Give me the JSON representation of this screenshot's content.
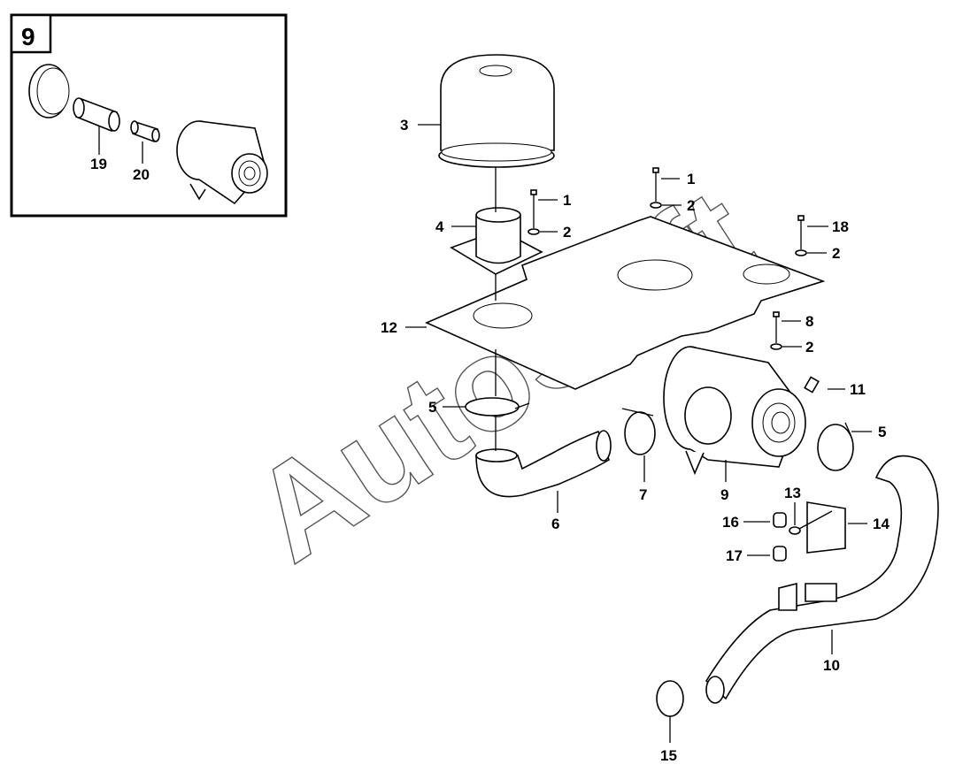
{
  "inset": {
    "number": "9",
    "callouts": [
      "19",
      "20"
    ]
  },
  "watermark": "AutoSoft",
  "callouts": {
    "c1a": "1",
    "c1b": "1",
    "c2a": "2",
    "c2b": "2",
    "c2c": "2",
    "c2d": "2",
    "c3": "3",
    "c4": "4",
    "c5a": "5",
    "c5b": "5",
    "c6": "6",
    "c7": "7",
    "c8": "8",
    "c9": "9",
    "c10": "10",
    "c11": "11",
    "c12": "12",
    "c13": "13",
    "c14": "14",
    "c15": "15",
    "c16": "16",
    "c17": "17",
    "c18": "18"
  }
}
